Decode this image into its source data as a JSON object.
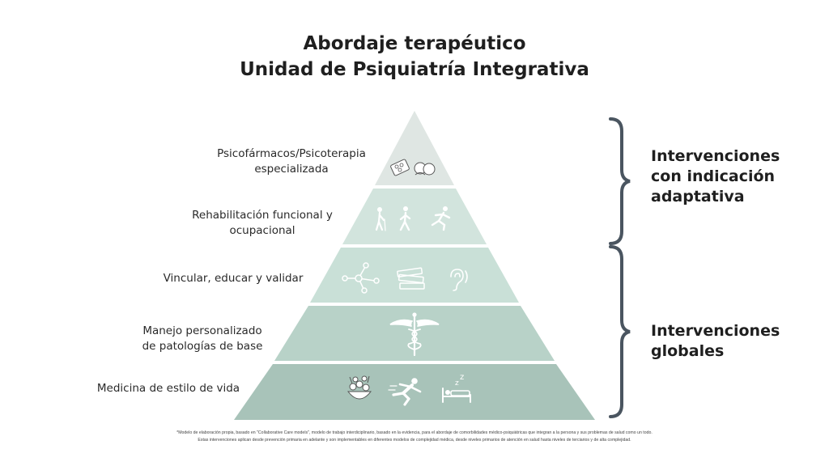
{
  "title": {
    "line1": "Abordaje terapéutico",
    "line2": "Unidad de Psiquiatría Integrativa"
  },
  "levels": [
    {
      "line1": "Psicofármacos/Psicoterapia",
      "line2": "especializada",
      "color": "#dfe6e3",
      "icons": [
        "pills-icon",
        "therapy-heads-icon"
      ]
    },
    {
      "line1": "Rehabilitación funcional y",
      "line2": "ocupacional",
      "color": "#d2e4dd",
      "icons": [
        "elderly-walking-icon",
        "walking-person-icon",
        "running-person-icon"
      ]
    },
    {
      "line1": "Vincular, educar y validar",
      "line2": "",
      "color": "#c9e0d7",
      "icons": [
        "network-nodes-icon",
        "books-icon",
        "hearing-icon"
      ]
    },
    {
      "line1": "Manejo personalizado",
      "line2": "de patologías de base",
      "color": "#b8d2c8",
      "icons": [
        "caduceus-icon"
      ]
    },
    {
      "line1": "Medicina de estilo de vida",
      "line2": "",
      "color": "#a8c3b9",
      "icons": [
        "healthy-food-icon",
        "sprinter-icon",
        "sleeping-bed-icon"
      ]
    }
  ],
  "groups": {
    "top": {
      "line1": "Intervenciones",
      "line2": "con indicación",
      "line3": "adaptativa"
    },
    "bottom": {
      "line1": "Intervenciones",
      "line2": "globales"
    }
  },
  "colors": {
    "bracket": "#4a5560",
    "icon": "#ffffff",
    "icon_stroke": "#555555"
  },
  "footnote": {
    "line1": "*Modelo de elaboración propia, basado en \"Collaborative Care models\", modelo de trabajo interdiciplinario, basado en la evidencia, para el abordaje de comorbilidades médico-psiquiátricas que integran a la persona y sus problemas de salud como un todo.",
    "line2": "Estas intervenciones aplican desde prevención primaria en adelante y son implementables en diferentes modelos de complejidad médica, desde niveles primarios de atención en salud hasta niveles de terciarios y de alta complejidad."
  }
}
